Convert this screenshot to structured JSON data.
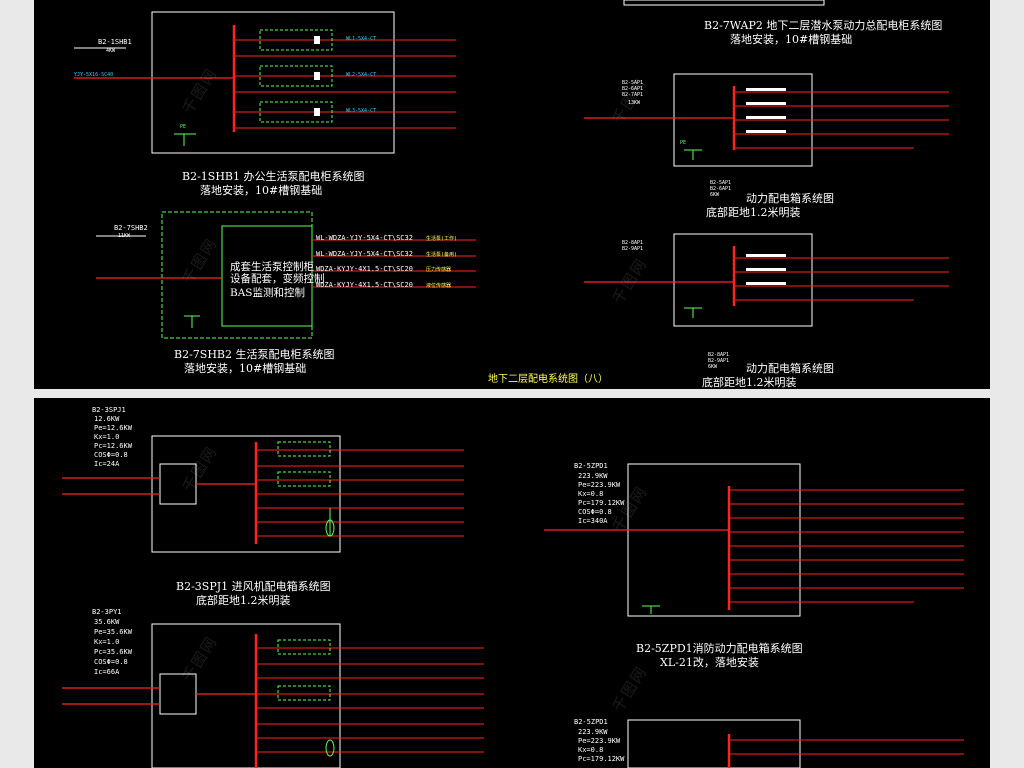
{
  "top": {
    "diag1": {
      "tag": "B2-1SHB1",
      "kw": "4KW",
      "caption": "B2-1SHB1   办公生活泵配电柜系统图",
      "install": "落地安装，10#槽钢基础"
    },
    "diag2": {
      "caption": "B2-7WAP2   地下二层潜水泵动力总配电柜系统图",
      "install": "落地安装，10#槽钢基础",
      "tags": [
        "B2-5AP1",
        "B2-6AP1",
        "B2-7AP1"
      ],
      "kw": "13KW"
    },
    "diag3": {
      "caption": "动力配电箱系统图",
      "install": "底部距地1.2米明装",
      "tags": [
        "B2-5AP1",
        "B2-6AP1"
      ],
      "kw": "6KW"
    },
    "diag4": {
      "tag": "B2-7SHB2",
      "kw": "11KW",
      "caption": "B2-7SHB2   生活泵配电柜系统图",
      "install": "落地安装，10#槽钢基础",
      "inner_lines": [
        "成套生活泵控制柜",
        "设备配套，变频控制",
        "BAS监测和控制"
      ],
      "outgoing": [
        {
          "cable": "WL-WDZA-YJY-5X4-CT\\SC32",
          "load": "生活泵(工作)"
        },
        {
          "cable": "WL-WDZA-YJY-5X4-CT\\SC32",
          "load": "生活泵(备用)"
        },
        {
          "cable": "WDZA-KYJY-4X1.5-CT\\SC20",
          "load": "压力传感器"
        },
        {
          "cable": "WDZA-KYJY-4X1.5-CT\\SC20",
          "load": "液位传感器"
        }
      ]
    },
    "diag5": {
      "caption": "动力配电箱系统图",
      "install": "底部距地1.2米明装",
      "tags": [
        "B2-8AP1",
        "B2-9AP1"
      ],
      "kw": "6KW"
    },
    "sheet_title": "地下二层配电系统图（八）"
  },
  "bottom": {
    "diag6": {
      "tag": "B2-3SPJ1",
      "params": [
        "12.6KW",
        "Pe=12.6KW",
        "Kx=1.0",
        "Pc=12.6KW",
        "COSΦ=0.8",
        "Ic=24A"
      ],
      "caption": "B2-3SPJ1   进风机配电箱系统图",
      "install": "底部距地1.2米明装"
    },
    "diag7": {
      "tag": "B2-5ZPD1",
      "params": [
        "223.9KW",
        "Pe=223.9KW",
        "Kx=0.8",
        "Pc=179.12KW",
        "COSΦ=0.8",
        "Ic=340A"
      ],
      "caption": "B2-5ZPD1消防动力配电箱系统图",
      "install": "XL-21改，落地安装"
    },
    "diag8": {
      "tag": "B2-3PY1",
      "params": [
        "35.6KW",
        "Pe=35.6KW",
        "Kx=1.0",
        "Pc=35.6KW",
        "COSΦ=0.8",
        "Ic=66A"
      ]
    },
    "diag9": {
      "tag": "B2-5ZPD1",
      "params": [
        "223.9KW",
        "Pe=223.9KW",
        "Kx=0.8",
        "Pc=179.12KW"
      ]
    }
  },
  "watermark": "千图网"
}
